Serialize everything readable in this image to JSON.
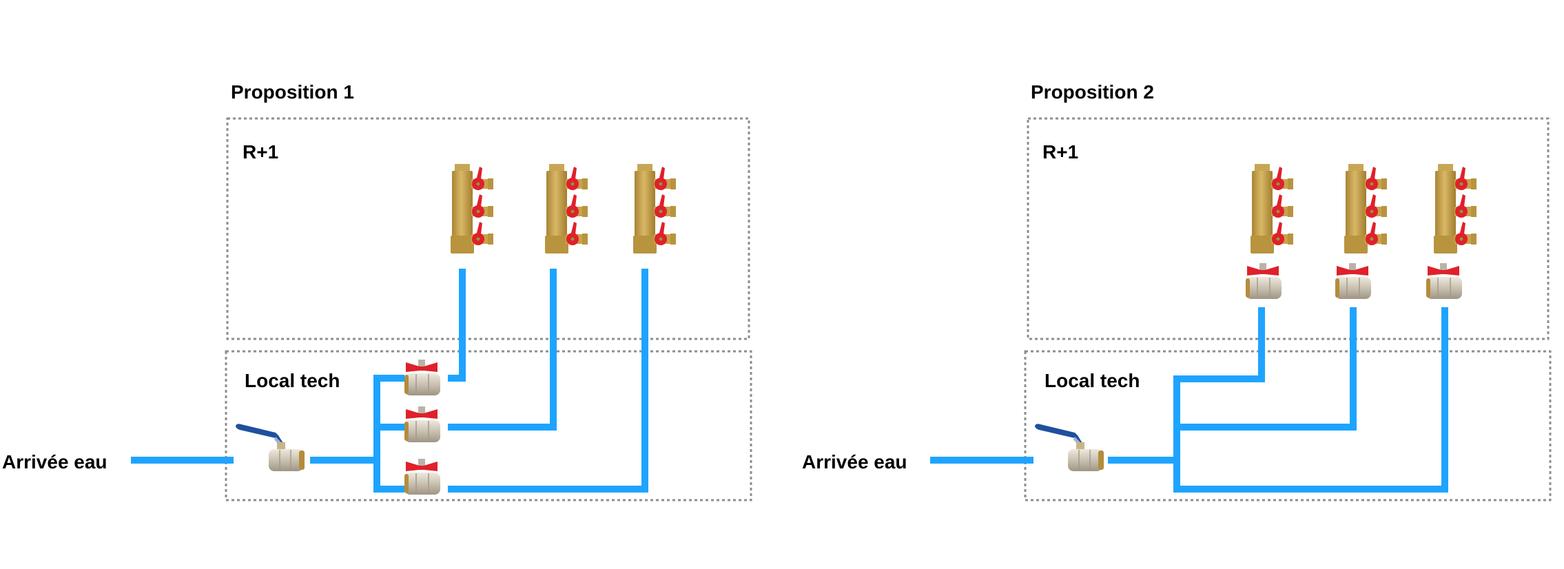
{
  "colors": {
    "pipe": "#1ea4ff",
    "zone_border": "#8e8e8e",
    "brass": "#c9a24e",
    "brass_dark": "#a27d2e",
    "valve_red": "#e0202a",
    "valve_silver": "#cfc7b8",
    "lever_blue": "#1f4fa0"
  },
  "proposals": [
    {
      "title": "Proposition 1",
      "upper_zone_label": "R+1",
      "lower_zone_label": "Local tech",
      "inlet_label": "Arrivée eau",
      "main_valve": "blue-lever-ball-valve",
      "manifolds": [
        {
          "outlets": 3,
          "isolation_valve_location": "Local tech"
        },
        {
          "outlets": 3,
          "isolation_valve_location": "Local tech"
        },
        {
          "outlets": 3,
          "isolation_valve_location": "Local tech"
        }
      ]
    },
    {
      "title": "Proposition 2",
      "upper_zone_label": "R+1",
      "lower_zone_label": "Local tech",
      "inlet_label": "Arrivée eau",
      "main_valve": "blue-lever-ball-valve",
      "manifolds": [
        {
          "outlets": 3,
          "isolation_valve_location": "R+1"
        },
        {
          "outlets": 3,
          "isolation_valve_location": "R+1"
        },
        {
          "outlets": 3,
          "isolation_valve_location": "R+1"
        }
      ]
    }
  ]
}
